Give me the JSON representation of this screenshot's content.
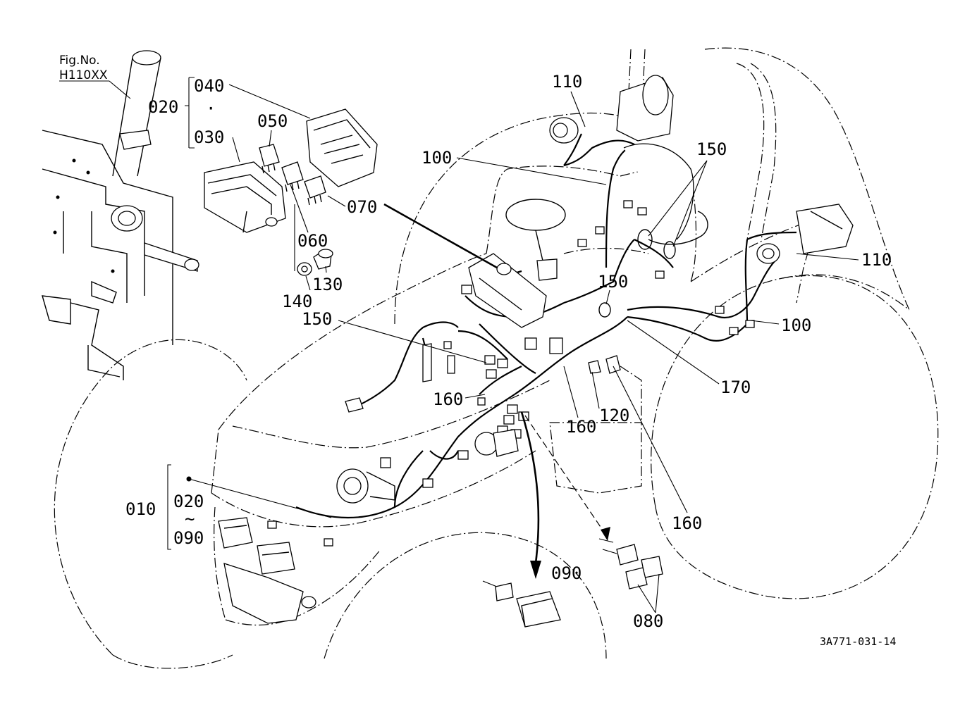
{
  "figure": {
    "fig_no_label": "Fig.No.",
    "fig_no_value": "H110XX",
    "drawing_number": "3A771-031-14"
  },
  "callouts": {
    "c010": "010",
    "c020_top": "020",
    "c020_bottom": "020",
    "c030": "030",
    "c040": "040",
    "c040_dot": "·",
    "c050": "050",
    "c060": "060",
    "c070": "070",
    "c080": "080",
    "c090_left": "090",
    "c090_bottom": "090",
    "c100_top": "100",
    "c100_right": "100",
    "c110_top": "110",
    "c110_right": "110",
    "c120": "120",
    "c130": "130",
    "c140": "140",
    "c150_left": "150",
    "c150_mid": "150",
    "c150_top": "150",
    "c160_left": "160",
    "c160_mid": "160",
    "c160_right": "160",
    "c170": "170",
    "tilde": "~"
  }
}
